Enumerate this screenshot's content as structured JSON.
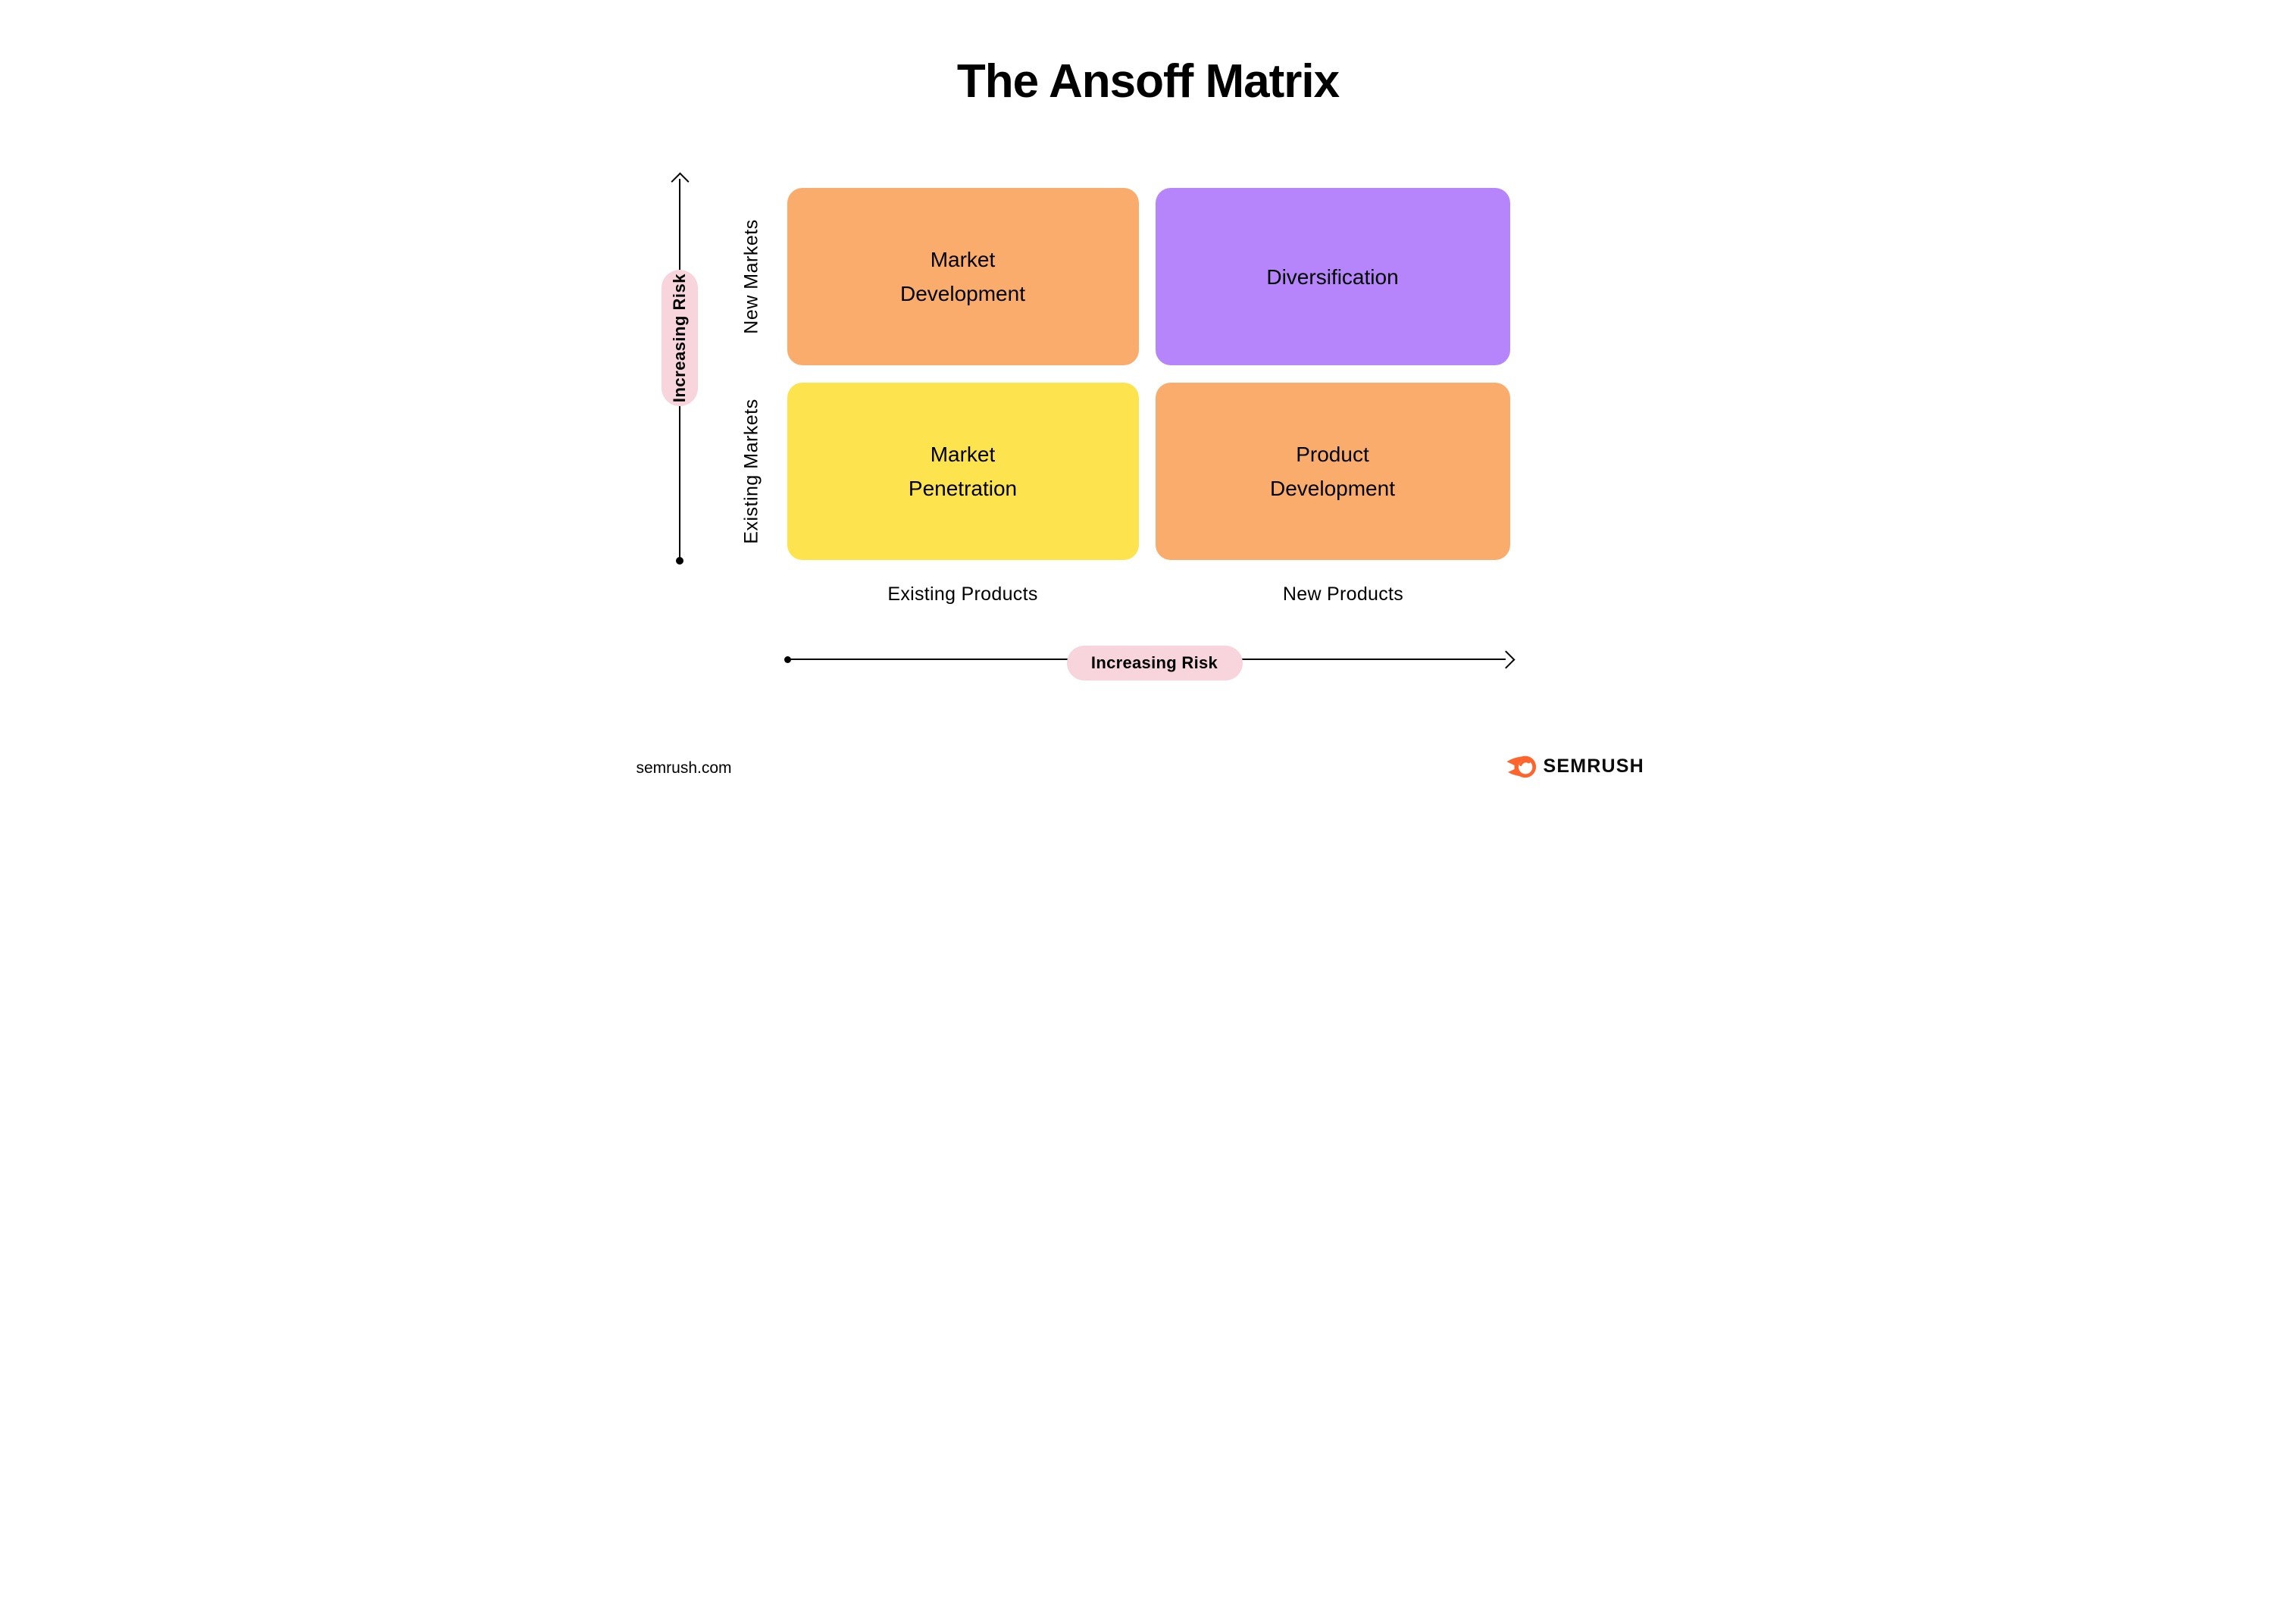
{
  "title": "The Ansoff Matrix",
  "colors": {
    "orange": "#FAAC6C",
    "purple": "#B685FB",
    "yellow": "#FDE44E",
    "pink": "#F8D5DC",
    "ink": "#000000",
    "brand_orange": "#FF642D"
  },
  "y_axis": {
    "pill_label": "Increasing Risk",
    "top_label": "New Markets",
    "bottom_label": "Existing Markets"
  },
  "x_axis": {
    "pill_label": "Increasing Risk",
    "left_label": "Existing Products",
    "right_label": "New Products"
  },
  "quadrants": [
    {
      "id": "market-development",
      "label": "Market\nDevelopment",
      "color": "#FAAC6C"
    },
    {
      "id": "diversification",
      "label": "Diversification",
      "color": "#B685FB"
    },
    {
      "id": "market-penetration",
      "label": "Market\nPenetration",
      "color": "#FDE44E"
    },
    {
      "id": "product-development",
      "label": "Product\nDevelopment",
      "color": "#FAAC6C"
    }
  ],
  "footer": {
    "website": "semrush.com",
    "brand": "SEMRUSH"
  }
}
